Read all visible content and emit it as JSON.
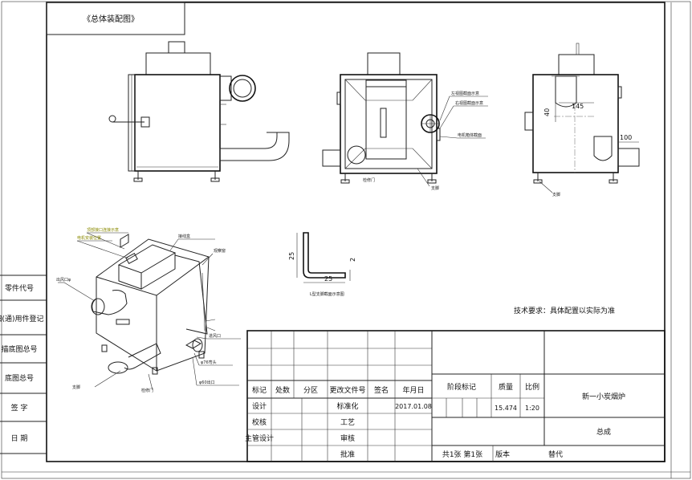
{
  "stamp_text": "《总体装配图》",
  "left_block": {
    "rows": [
      "零件代号",
      "旧(通)用件登记",
      "描底图总号",
      "底图总号",
      "签  字",
      "日  期"
    ]
  },
  "views": {
    "callouts_top": [
      "左视图截面示意",
      "右视图截面示意",
      "电机箱体截面"
    ],
    "dims_side": {
      "d40": "40",
      "d145": "145",
      "d100": "100"
    },
    "bracket_dims": {
      "d25v": "25",
      "d25h": "25",
      "d2": "2",
      "caption": "L型支脚截面示意图"
    },
    "iso_callouts": [
      "顶部接口连接示意",
      "电机安装位置",
      "接线盒",
      "出风口φ",
      "进风口",
      "φ76弯头",
      "φ60出口",
      "支脚",
      "检修门",
      "观察窗"
    ]
  },
  "tech_requirement": "技术要求：具体配置以实际为准",
  "title_block": {
    "header_row": [
      "标记",
      "处数",
      "分区",
      "更改文件号",
      "签名",
      "年月日"
    ],
    "design": "设计",
    "proofread": "校核",
    "chief_design": "主管设计",
    "standardize": "标准化",
    "process": "工艺",
    "review": "审核",
    "approve": "批准",
    "date": "2017.01.08",
    "stage_mark": "阶段标记",
    "weight_label": "质量",
    "scale_label": "比例",
    "weight_value": "15.474",
    "scale_value": "1:20",
    "sheets": "共1张 第1张",
    "version": "版本",
    "replace": "替代",
    "product_name": "新一小炭烟炉",
    "drawing_type": "总成"
  }
}
